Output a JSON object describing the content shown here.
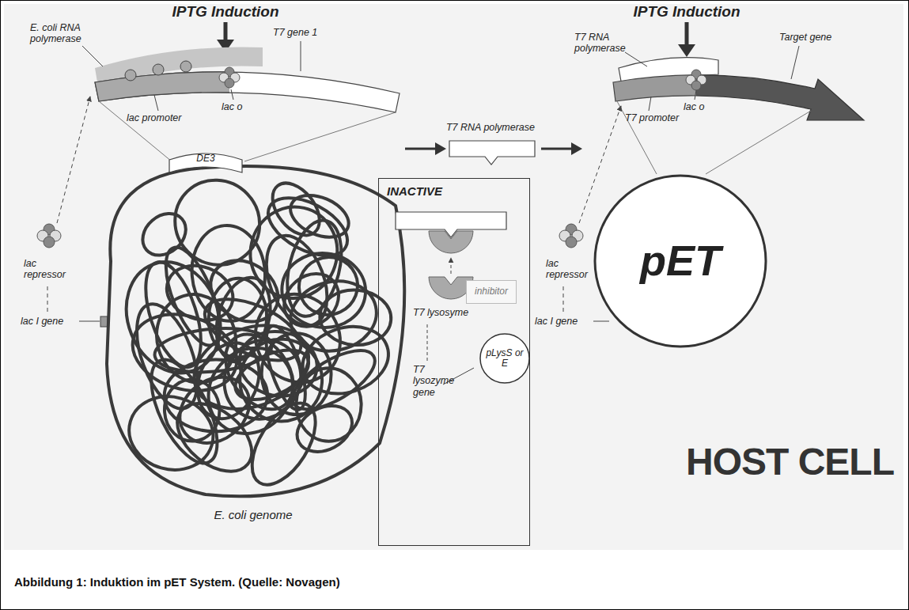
{
  "diagram": {
    "caption": "Abbildung 1: Induktion im pET System. (Quelle: Novagen)",
    "nodes": [
      {
        "text": [
          "DE3"
        ]
      },
      {
        "text": [
          "INACTIVE"
        ]
      },
      {
        "text": [
          "inhibitor"
        ],
        "in": 1
      },
      {
        "text": [
          "pLysS or E"
        ],
        "in": 1
      },
      {
        "text": [
          "pET"
        ]
      }
    ],
    "labels": [
      "IPTG Induction",
      "E. coli RNA polymerase",
      "T7 gene 1",
      "lac o",
      "lac promoter",
      "lac repressor",
      "lac I gene",
      "E. coli genome",
      "T7 RNA polymerase",
      "T7 lysosyme",
      "T7 lysozyme gene",
      "IPTG Induction",
      "T7 RNA polymerase",
      "Target gene",
      "lac o",
      "T7 promoter",
      "lac repressor",
      "lac I gene",
      "HOST CELL"
    ]
  }
}
